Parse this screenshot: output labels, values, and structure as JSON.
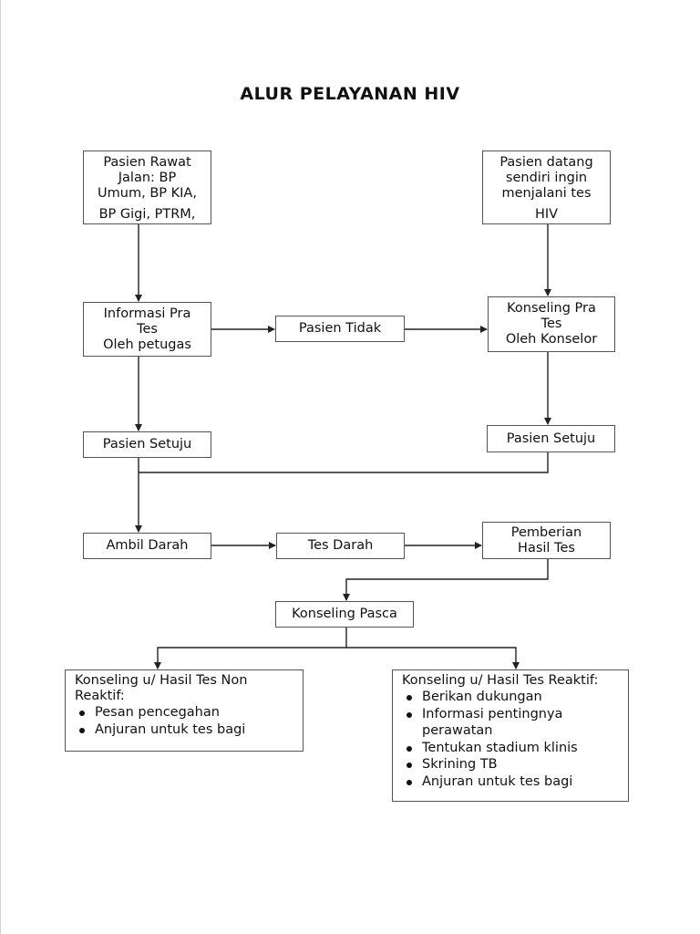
{
  "title": "ALUR PELAYANAN HIV",
  "nodes": {
    "rawat_jalan": [
      "Pasien Rawat",
      "Jalan: BP",
      "Umum, BP KIA,",
      "BP Gigi, PTRM,"
    ],
    "datang_sendiri": [
      "Pasien datang",
      "sendiri ingin",
      "menjalani tes",
      "HIV"
    ],
    "info_pra_tes": [
      "Informasi Pra",
      "Tes",
      "Oleh petugas"
    ],
    "pasien_tidak": "Pasien Tidak",
    "konseling_pra_tes": [
      "Konseling Pra",
      "Tes",
      "Oleh Konselor"
    ],
    "setuju_left": "Pasien Setuju",
    "setuju_right": "Pasien Setuju",
    "ambil_darah": "Ambil Darah",
    "tes_darah": "Tes Darah",
    "pemberian_hasil": [
      "Pemberian",
      "Hasil Tes"
    ],
    "konseling_pasca": "Konseling Pasca",
    "non_reaktif": {
      "heading": [
        "Konseling u/ Hasil Tes Non",
        "Reaktif:"
      ],
      "items": [
        "Pesan pencegahan",
        "Anjuran untuk tes bagi"
      ]
    },
    "reaktif": {
      "heading": "Konseling u/ Hasil Tes Reaktif:",
      "items": [
        [
          "Berikan dukungan"
        ],
        [
          "Informasi pentingnya",
          "perawatan"
        ],
        [
          "Tentukan stadium klinis"
        ],
        [
          "Skrining TB"
        ],
        [
          "Anjuran untuk tes bagi"
        ]
      ]
    }
  },
  "colors": {
    "line": "#222222",
    "border": "#555555",
    "background": "#ffffff"
  }
}
